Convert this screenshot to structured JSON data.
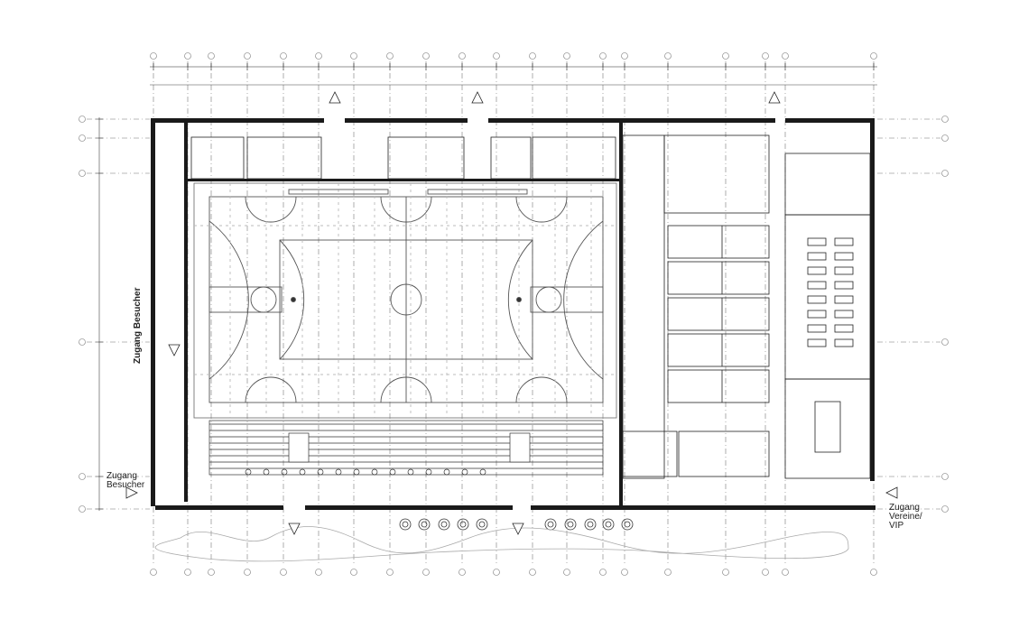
{
  "labels": {
    "entrance_visitors_side": "Zugang Besucher",
    "entrance_visitors_bottom_1": "Zugang",
    "entrance_visitors_bottom_2": "Besucher",
    "entrance_clubs_1": "Zugang",
    "entrance_clubs_2": "Vereine/",
    "entrance_clubs_3": "VIP"
  },
  "colors": {
    "line": "#1a1a1a",
    "court": "#555555",
    "faint": "#9a9a9a"
  }
}
